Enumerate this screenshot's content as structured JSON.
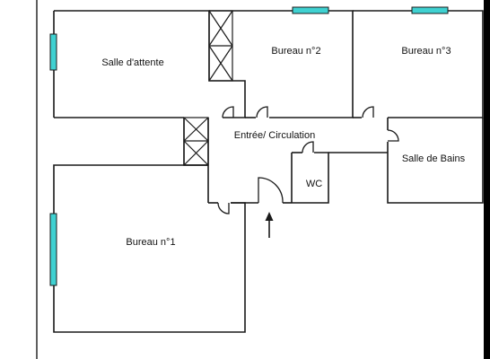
{
  "plan": {
    "rooms": {
      "salle_attente": "Salle d'attente",
      "bureau_2": "Bureau n°2",
      "bureau_3": "Bureau n°3",
      "entree": "Entrée/ Circulation",
      "salle_bains": "Salle de Bains",
      "wc": "WC",
      "bureau_1": "Bureau n°1"
    },
    "colors": {
      "background": "#ffffff",
      "frame": "#000000",
      "wall": "#1a1a1a",
      "window": "#3fd1d1"
    },
    "icons": {
      "entrance": "entrance-arrow-icon",
      "stairs": "stairs-icon",
      "door": "door-swing-icon",
      "window": "window-icon"
    }
  }
}
